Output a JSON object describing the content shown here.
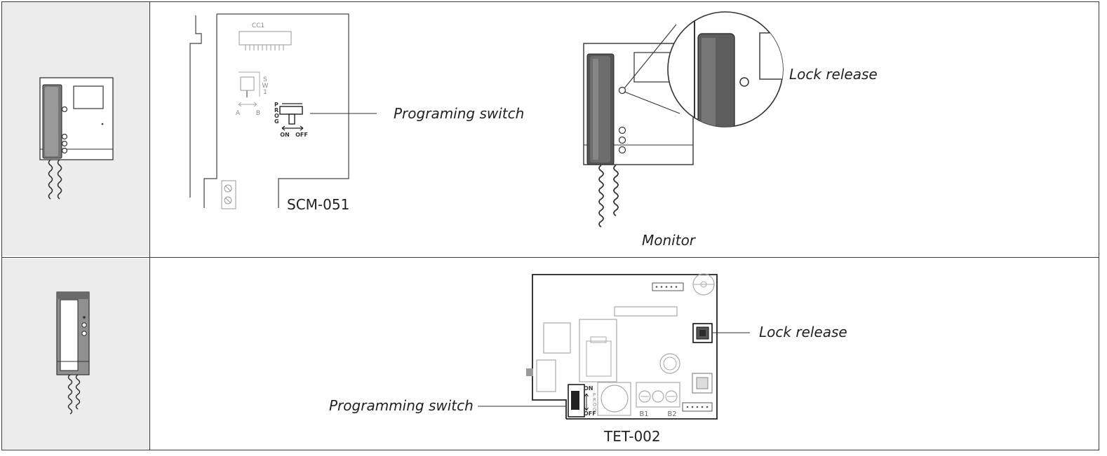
{
  "row1": {
    "board": {
      "model": "SCM-051",
      "connector_label": "CC1",
      "jumper_label": "SW1",
      "jumper_positions": [
        "A",
        "B"
      ],
      "switch_label": "PROG",
      "switch_positions": [
        "ON",
        "OFF"
      ],
      "callout": "Programing switch"
    },
    "monitor": {
      "caption": "Monitor",
      "callout": "Lock release"
    }
  },
  "row2": {
    "board": {
      "model": "TET-002",
      "callout_lock": "Lock release",
      "callout_switch": "Programming switch",
      "switch_label": "PROG",
      "switch_positions": [
        "ON",
        "OFF"
      ],
      "terminal_labels": [
        "B1",
        "B2"
      ]
    }
  }
}
